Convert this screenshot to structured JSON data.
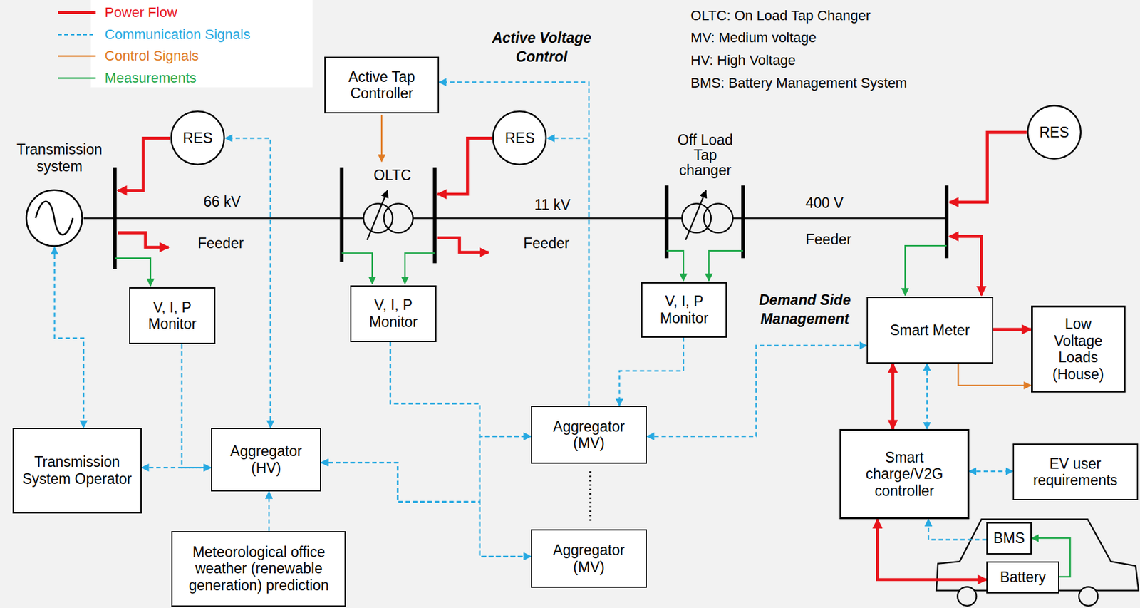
{
  "diagram": {
    "nodes": [
      {
        "text": [
          "Transmission system"
        ]
      },
      {
        "text": [
          "RES"
        ]
      },
      {
        "text": [
          "Active Tap Controller"
        ]
      },
      {
        "text": [
          "RES"
        ]
      },
      {
        "text": [
          "RES"
        ]
      },
      {
        "text": [
          "V, I, P Monitor"
        ]
      },
      {
        "text": [
          "V, I, P Monitor"
        ]
      },
      {
        "text": [
          "V, I, P Monitor"
        ]
      },
      {
        "text": [
          "Smart Meter"
        ]
      },
      {
        "text": [
          "Low Voltage Loads (House)"
        ]
      },
      {
        "text": [
          "Transmission System Operator"
        ]
      },
      {
        "text": [
          "Aggregator (HV)"
        ]
      },
      {
        "text": [
          "Aggregator (MV)"
        ]
      },
      {
        "text": [
          "Smart charge/V2G controller"
        ]
      },
      {
        "text": [
          "EV user requirements"
        ]
      },
      {
        "text": [
          "BMS"
        ]
      },
      {
        "text": [
          "Meteorological office weather (renewable generation) prediction"
        ]
      },
      {
        "text": [
          "Aggregator (MV)"
        ]
      },
      {
        "text": [
          "Battery"
        ]
      }
    ],
    "edges": [
      {
        "from": 0,
        "to": 10,
        "arrow": "both"
      },
      {
        "from": 10,
        "to": 11,
        "arrow": "both"
      },
      {
        "from": 5,
        "to": 11,
        "arrow": "to"
      },
      {
        "from": 11,
        "to": 1,
        "arrow": "both"
      },
      {
        "from": 16,
        "to": 11,
        "arrow": "to"
      },
      {
        "from": 11,
        "to": 12,
        "arrow": "both"
      },
      {
        "from": 11,
        "to": 17,
        "arrow": "both"
      },
      {
        "from": 6,
        "to": 12,
        "arrow": "to"
      },
      {
        "from": 6,
        "to": 17,
        "arrow": "to"
      },
      {
        "from": 7,
        "to": 12,
        "arrow": "to"
      },
      {
        "from": 12,
        "to": 8,
        "arrow": "both"
      },
      {
        "from": 12,
        "to": 2,
        "arrow": "to"
      },
      {
        "from": 12,
        "to": 3,
        "arrow": "to"
      },
      {
        "from": 8,
        "to": 13,
        "arrow": "both"
      },
      {
        "from": 8,
        "to": 13,
        "arrow": "both"
      },
      {
        "from": 8,
        "to": 9,
        "arrow": "to"
      },
      {
        "from": 8,
        "to": 9,
        "arrow": "to"
      },
      {
        "from": 13,
        "to": 14,
        "arrow": "both"
      },
      {
        "from": 15,
        "to": 13,
        "arrow": "to"
      },
      {
        "from": 18,
        "to": 15,
        "arrow": "to"
      },
      {
        "from": 13,
        "to": 18,
        "arrow": "both"
      }
    ],
    "labels": [
      "66 kV",
      "Feeder",
      "11 kV",
      "Feeder",
      "400 V",
      "Feeder",
      "OLTC",
      "Off Load Tap changer",
      "Active Voltage Control",
      "Demand Side Management",
      "OLTC: On Load Tap Changer",
      "MV: Medium voltage",
      "HV: High Voltage",
      "BMS: Battery Management System"
    ],
    "legend": [
      {
        "text": "Power Flow"
      },
      {
        "text": "Communication Signals"
      },
      {
        "text": "Control Signals"
      },
      {
        "text": "Measurements"
      }
    ]
  }
}
